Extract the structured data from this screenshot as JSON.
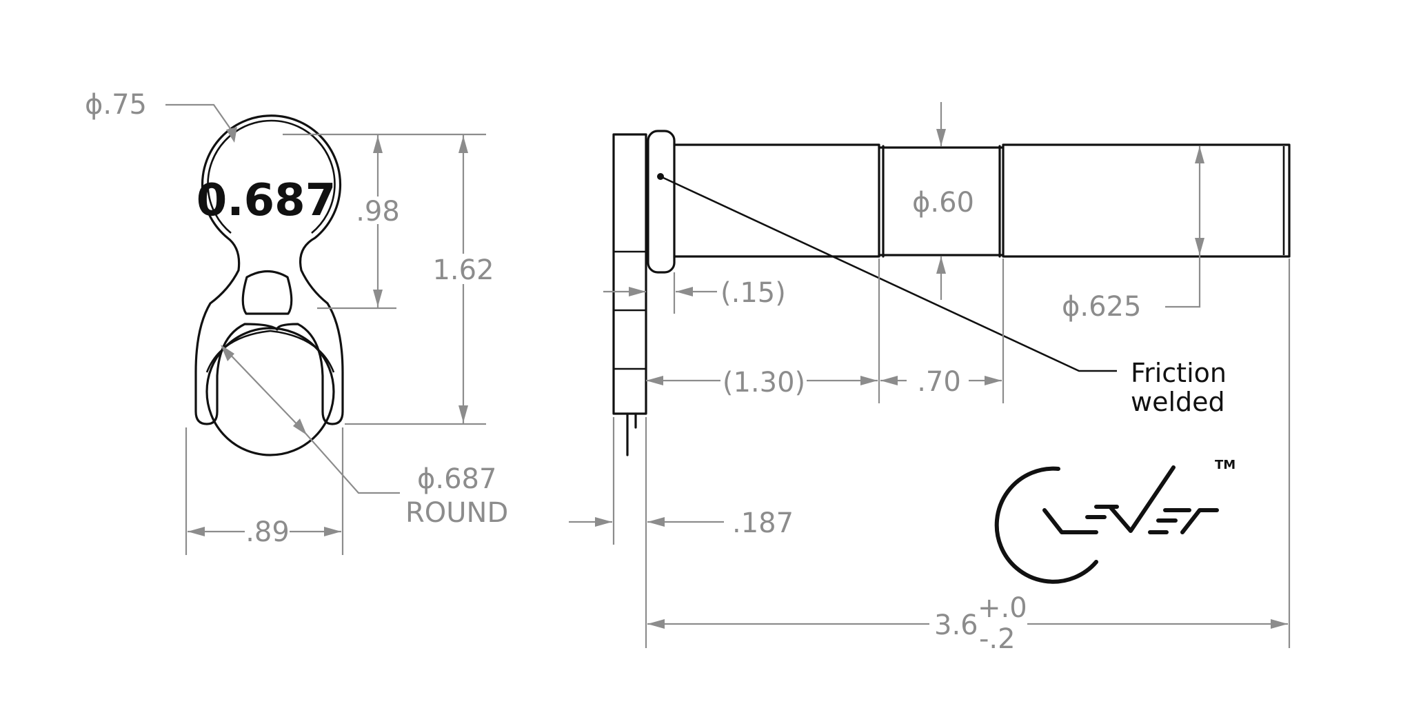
{
  "front_view": {
    "stamp_label": "0.687",
    "dim_head_diameter": "ϕ.75",
    "dim_head_to_slot": ".98",
    "dim_overall_height": "1.62",
    "dim_width": ".89",
    "dim_round_diameter": "ϕ.687",
    "dim_round_note": "ROUND"
  },
  "side_view": {
    "dim_step_diameter": "ϕ.60",
    "dim_shaft_diameter": "ϕ.625",
    "dim_collar": "(.15)",
    "dim_first_section": "(1.30)",
    "dim_neck_length": ".70",
    "dim_plate_thickness": ".187",
    "dim_overall_length": "3.6",
    "tol_plus": "+.0",
    "tol_minus": "-.2",
    "note_line1": "Friction",
    "note_line2": "welded"
  },
  "logo": {
    "trademark": "TM",
    "brand": "CLEVER"
  }
}
